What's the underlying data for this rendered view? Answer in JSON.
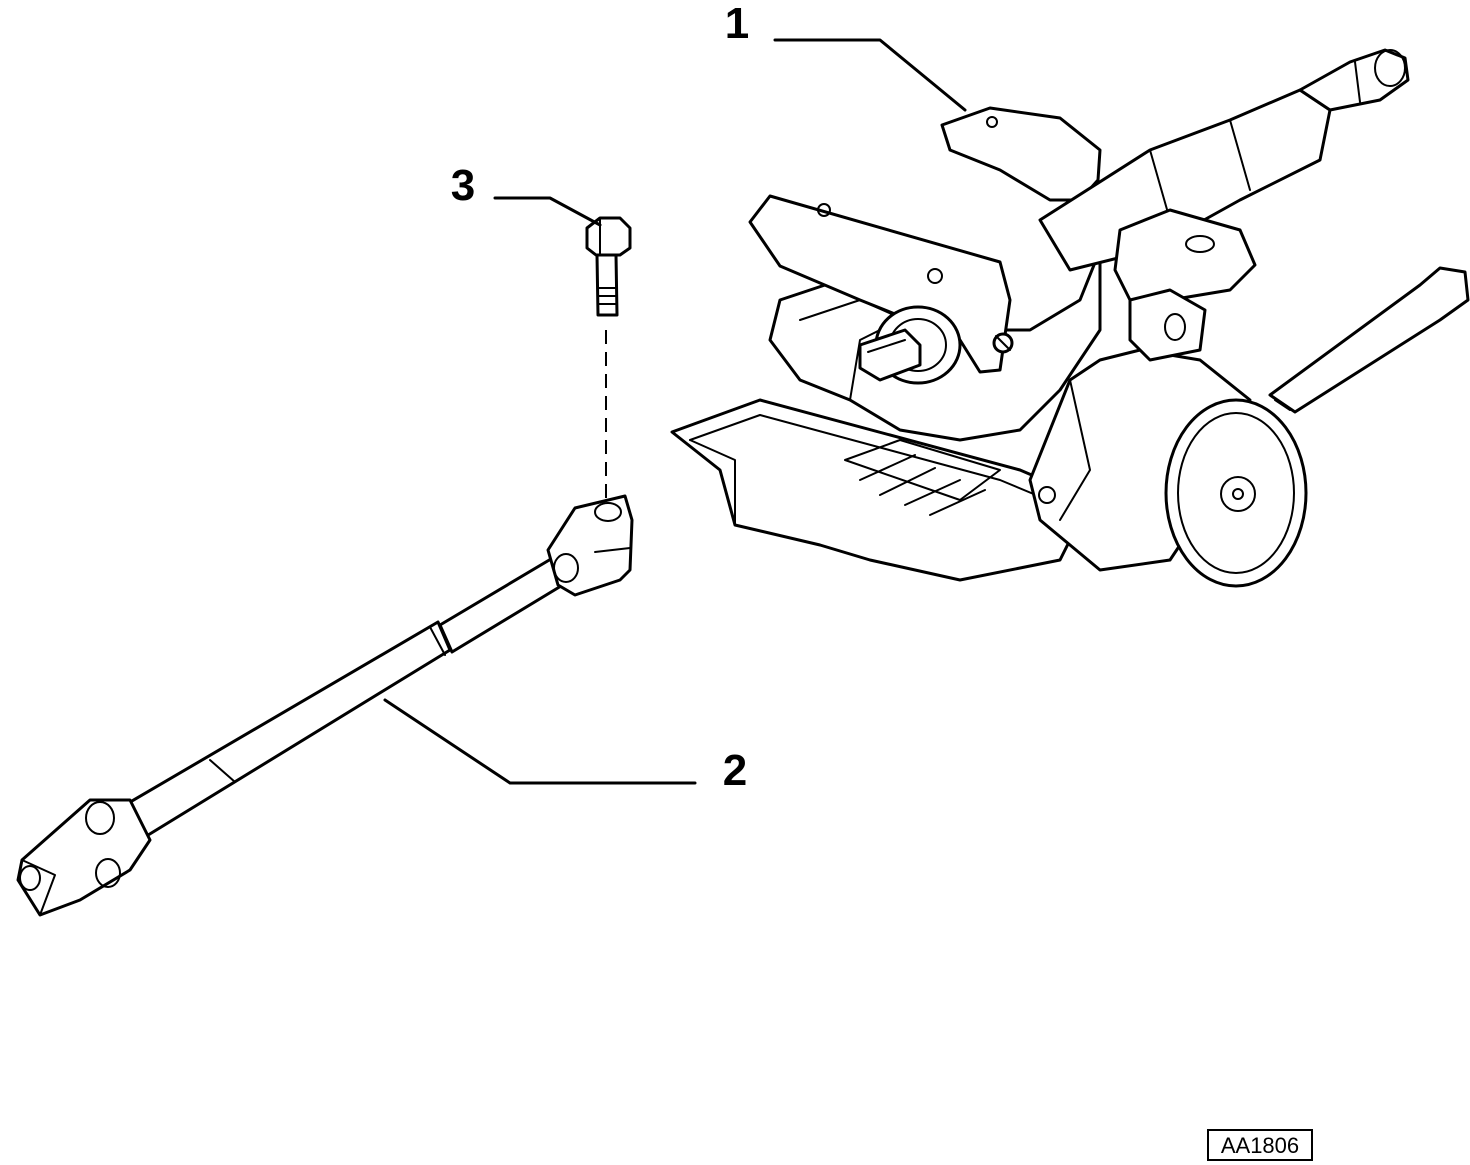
{
  "callouts": [
    {
      "number": "1",
      "part": "steering-column-assembly"
    },
    {
      "number": "2",
      "part": "intermediate-steering-shaft"
    },
    {
      "number": "3",
      "part": "clamp-bolt"
    }
  ],
  "drawing_code": "AA1806"
}
